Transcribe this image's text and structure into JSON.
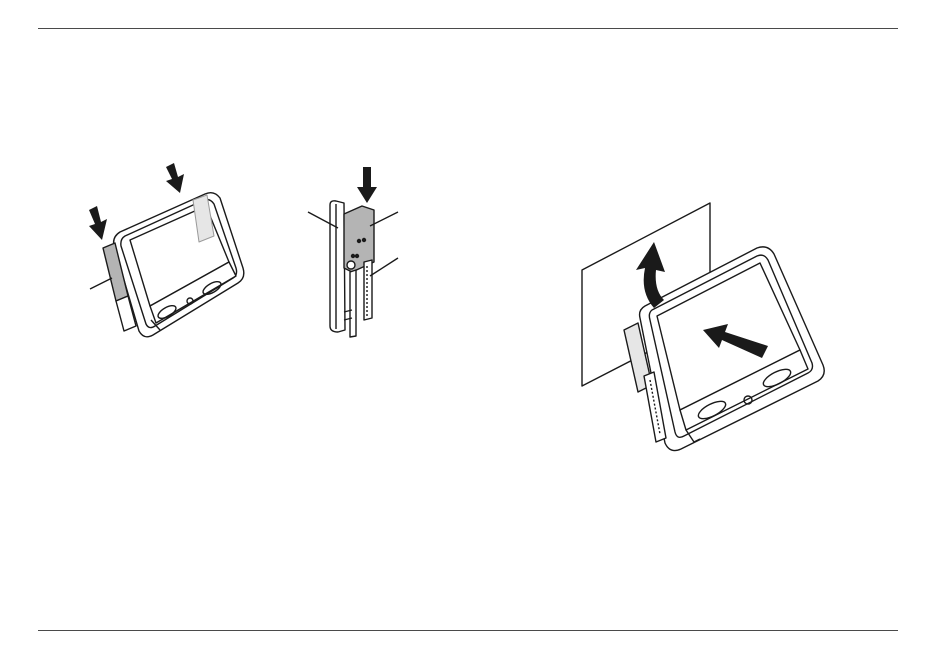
{
  "page": {
    "background": "#ffffff",
    "line_color": "#4a4a4a"
  },
  "illustrations": [
    {
      "id": "step-1",
      "description_icon": "mount-bracket-insert-icon",
      "arrows": 2,
      "callout_lines": 1
    },
    {
      "id": "step-2",
      "description_icon": "bracket-side-view-icon",
      "arrows": 1,
      "callout_lines": 3
    },
    {
      "id": "step-3",
      "description_icon": "device-slide-in-icon",
      "arrows": 2,
      "callout_lines": 0
    }
  ],
  "colors": {
    "stroke": "#1a1a1a",
    "fill_gray": "#b4b4b4",
    "fill_light": "#e6e6e6",
    "fill_white": "#ffffff",
    "arrow": "#1a1a1a"
  }
}
